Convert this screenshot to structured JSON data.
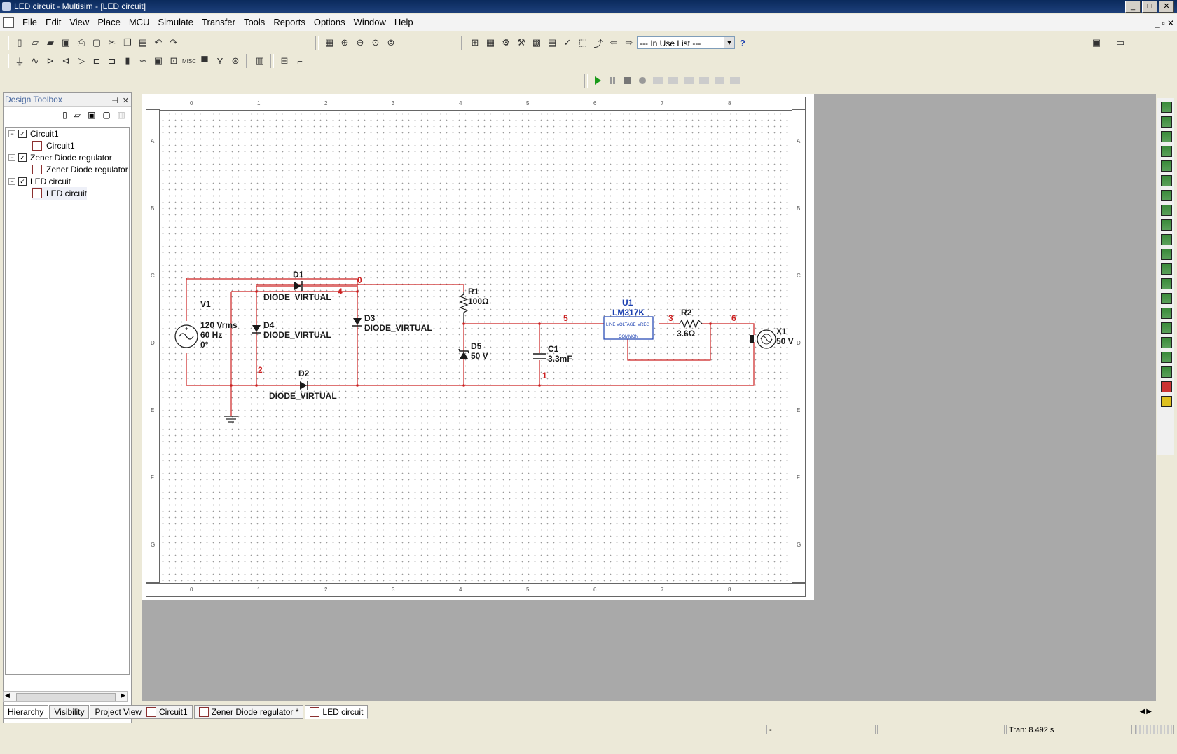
{
  "window": {
    "title": "LED circuit - Multisim - [LED circuit]"
  },
  "menu": [
    "File",
    "Edit",
    "View",
    "Place",
    "MCU",
    "Simulate",
    "Transfer",
    "Tools",
    "Reports",
    "Options",
    "Window",
    "Help"
  ],
  "toolbar": {
    "in_use_list": "--- In Use List ---",
    "help_label": "?"
  },
  "design_toolbox": {
    "title": "Design Toolbox",
    "tree": [
      {
        "label": "Circuit1",
        "child": "Circuit1"
      },
      {
        "label": "Zener Diode regulator",
        "child": "Zener Diode regulator"
      },
      {
        "label": "LED circuit",
        "child": "LED circuit"
      }
    ],
    "tabs": [
      "Hierarchy",
      "Visibility",
      "Project View"
    ]
  },
  "schematic": {
    "col_labels": [
      "0",
      "1",
      "2",
      "3",
      "4",
      "5",
      "6",
      "7",
      "8"
    ],
    "row_labels": [
      "A",
      "B",
      "C",
      "D",
      "E",
      "F",
      "G"
    ],
    "components": {
      "v1": {
        "ref": "V1",
        "line1": "120 Vrms",
        "line2": "60 Hz",
        "line3": "0°"
      },
      "d1": {
        "ref": "D1",
        "value": "DIODE_VIRTUAL"
      },
      "d2": {
        "ref": "D2",
        "value": "DIODE_VIRTUAL"
      },
      "d3": {
        "ref": "D3",
        "value": "DIODE_VIRTUAL"
      },
      "d4": {
        "ref": "D4",
        "value": "DIODE_VIRTUAL"
      },
      "d5": {
        "ref": "D5",
        "value": "50 V"
      },
      "r1": {
        "ref": "R1",
        "value": "100Ω"
      },
      "c1": {
        "ref": "C1",
        "value": "3.3mF"
      },
      "u1": {
        "ref": "U1",
        "value": "LM317K",
        "pin_in": "LINE VOLTAGE",
        "pin_out": "VREG",
        "pin_common": "COMMON"
      },
      "r2": {
        "ref": "R2",
        "value": "3.6Ω"
      },
      "x1": {
        "ref": "X1",
        "value": "50 V"
      }
    },
    "nets": {
      "n0": "0",
      "n1": "1",
      "n2": "2",
      "n3": "3",
      "n4": "4",
      "n5": "5",
      "n6": "6"
    }
  },
  "doc_tabs": [
    {
      "label": "Circuit1",
      "active": false
    },
    {
      "label": "Zener Diode regulator *",
      "active": false
    },
    {
      "label": "LED circuit",
      "active": true
    }
  ],
  "status": {
    "left": "-",
    "sim": "Tran: 8.492 s"
  },
  "colors": {
    "wire": "#cc2222",
    "component": "#1a1a1a",
    "ic": "#1a3fb0"
  }
}
